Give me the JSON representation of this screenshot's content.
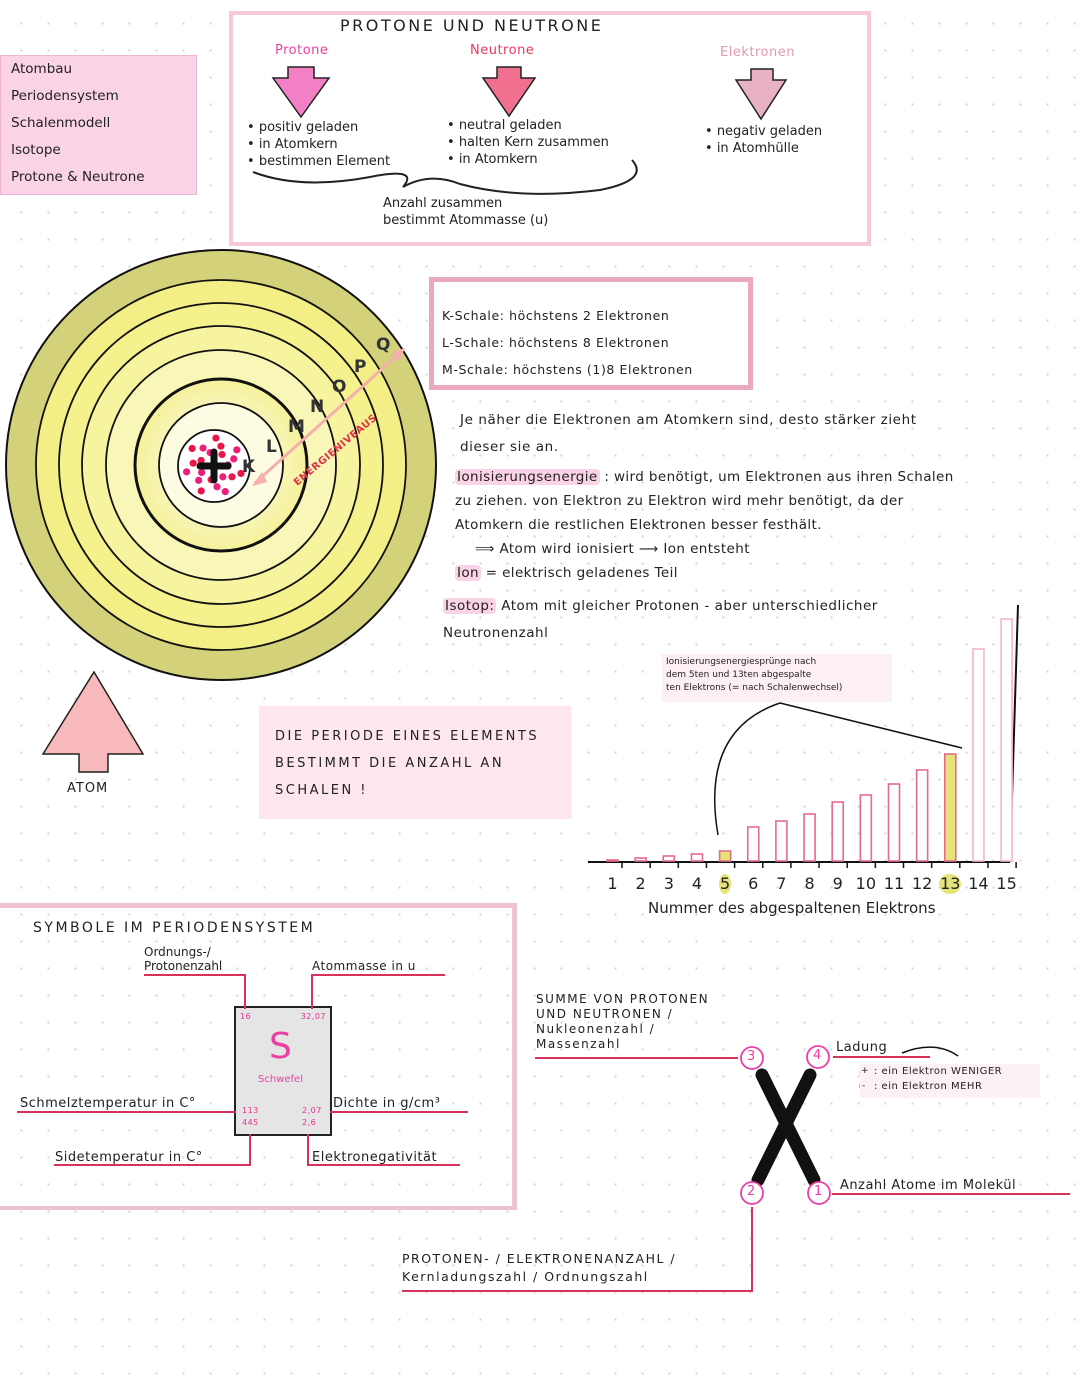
{
  "sidebar": {
    "items": [
      {
        "label": "Atombau"
      },
      {
        "label": "Periodensystem"
      },
      {
        "label": "Schalenmodell"
      },
      {
        "label": "Isotope"
      },
      {
        "label": "Protone & Neutrone"
      }
    ]
  },
  "particles": {
    "title": "PROTONE UND NEUTRONE",
    "protone": {
      "label": "Protone",
      "color": "#f37fc4",
      "points": [
        "positiv geladen",
        "in Atomkern",
        "bestimmen Element"
      ]
    },
    "neutrone": {
      "label": "Neutrone",
      "color": "#f2708f",
      "points": [
        "neutral geladen",
        "halten Kern zusammen",
        "in Atomkern"
      ]
    },
    "elektronen": {
      "label": "Elektronen",
      "color": "#e8b2c4",
      "points": [
        "negativ geladen",
        "in Atomhülle"
      ]
    },
    "brace_note": [
      "Anzahl zusammen",
      "bestimmt Atommasse (u)"
    ]
  },
  "atom": {
    "shell_letters": [
      "K",
      "L",
      "M",
      "N",
      "O",
      "P",
      "Q"
    ],
    "arrow_label": "ENERGIENIVEAUS",
    "caption": "ATOM",
    "colors": {
      "outer": "#d3d27a",
      "mid": "#f3ef86",
      "inner": "#fbfadc",
      "proton": "#ec1f7a",
      "neutron": "#e8174a"
    }
  },
  "shells": [
    "K-Schale: höchstens 2 Elektronen",
    "L-Schale: höchstens 8 Elektronen",
    "M-Schale: höchstens (1)8 Elektronen"
  ],
  "notes": {
    "p1": [
      "Je näher die Elektronen am Atomkern sind, desto stärker zieht",
      "dieser sie an."
    ],
    "ionisierung_term": "Ionisierungsenergie",
    "ionisierung_text": [
      ": wird benötigt, um Elektronen aus ihren Schalen",
      "zu ziehen. von Elektron zu Elektron wird mehr benötigt, da der",
      "Atomkern die restlichen Elektronen besser festhält."
    ],
    "result": "⟹ Atom wird ionisiert  ⟶ Ion entsteht",
    "ion_term": "Ion",
    "ion_text": "= elektrisch geladenes Teil",
    "isotop_term": "Isotop:",
    "isotop_text": [
      "Atom mit gleicher Protonen - aber unterschiedlicher",
      "Neutronenzahl"
    ]
  },
  "period_note": [
    "DIE PERIODE EINES ELEMENTS",
    "BESTIMMT DIE ANZAHL AN",
    "SCHALEN !"
  ],
  "chart_data": {
    "type": "bar",
    "categories": [
      1,
      2,
      3,
      4,
      5,
      6,
      7,
      8,
      9,
      10,
      11,
      12,
      13,
      14,
      15
    ],
    "values": [
      1,
      3,
      5,
      7,
      10,
      34,
      40,
      47,
      59,
      66,
      77,
      91,
      107,
      212,
      242
    ],
    "highlighted": [
      5,
      13
    ],
    "xlabel": "Nummer des abgespaltenen Elektrons",
    "ylabel": "",
    "annotation": [
      "Ionisierungsenergiesprünge nach",
      "dem 5ten und 13ten abgespalte",
      "ten Elektrons (= nach Schalenwechsel)"
    ],
    "colors": {
      "bar": "#e56b8a",
      "highlight": "#e6e37a",
      "tall": "#f2b7c4"
    }
  },
  "symbols": {
    "title": "SYMBOLE IM PERIODENSYSTEM",
    "element": {
      "symbol": "S",
      "name": "Schwefel",
      "z": "16",
      "mass": "32,07",
      "melt": "113",
      "boil": "445",
      "density": "2,07",
      "en": "2,6"
    },
    "labels": {
      "z": [
        "Ordnungs-/",
        "Protonenzahl"
      ],
      "mass": "Atommasse in u",
      "melt": "Schmelztemperatur in C°",
      "boil": "Sidetemperatur in C°",
      "density": "Dichte in g/cm³",
      "en": "Elektronegativität"
    }
  },
  "notation": {
    "n3": "3",
    "n4": "4",
    "n2": "2",
    "n1": "1",
    "x": "X",
    "label3": [
      "SUMME VON PROTONEN",
      "UND NEUTRONEN /",
      "Nukleonenzahl /",
      "Massenzahl"
    ],
    "label4": "Ladung",
    "plus": "+",
    "minus": "-",
    "plus_text": ": ein Elektron WENIGER",
    "minus_text": ": ein Elektron MEHR",
    "label1": "Anzahl Atome im Molekül",
    "label2": [
      "PROTONEN- / ELEKTRONENANZAHL /",
      "Kernladungszahl / Ordnungszahl"
    ]
  }
}
